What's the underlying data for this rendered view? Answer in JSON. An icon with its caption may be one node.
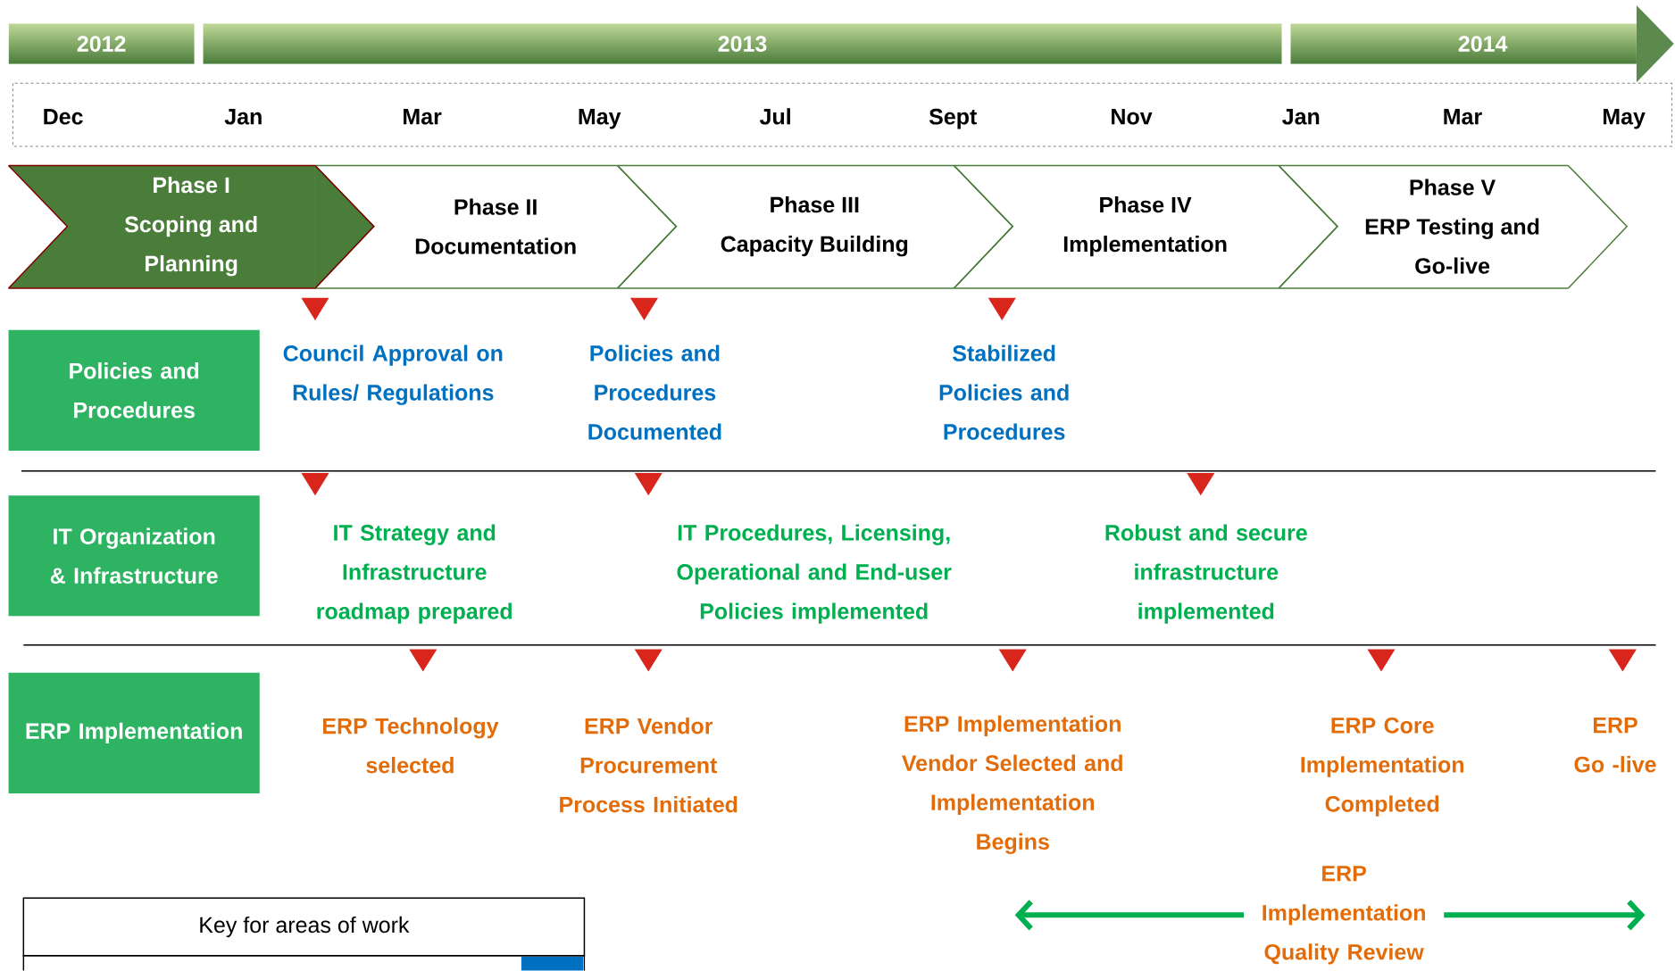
{
  "diagram": {
    "nodes": [
      {
        "text": [
          "2012"
        ]
      },
      {
        "text": [
          "2013"
        ]
      },
      {
        "text": [
          "2014"
        ]
      },
      {
        "text": [
          "Phase I",
          "Scoping and Planning"
        ]
      },
      {
        "text": [
          "Phase II",
          "Documentation"
        ]
      },
      {
        "text": [
          "Phase III",
          "Capacity Building"
        ]
      },
      {
        "text": [
          "Phase IV",
          "Implementation"
        ]
      },
      {
        "text": [
          "Phase V",
          "ERP Testing and Go-live"
        ]
      },
      {
        "text": [
          "Policies and Procedures"
        ]
      },
      {
        "text": [
          "IT Organization & Infrastructure"
        ]
      },
      {
        "text": [
          "ERP Implementation"
        ]
      },
      {
        "text": [
          "ERP Implementation Quality Review"
        ]
      },
      {
        "text": [
          "Key for areas of work"
        ]
      }
    ],
    "edges": [
      {
        "from": 11,
        "to": null,
        "arrow": "to"
      },
      {
        "from": 11,
        "to": null,
        "arrow": "to"
      }
    ],
    "labels": [
      "Dec",
      "Jan",
      "Mar",
      "May",
      "Jul",
      "Sept",
      "Nov",
      "Jan",
      "Mar",
      "May",
      "Council Approval on Rules/ Regulations",
      "Policies and Procedures Documented",
      "Stabilized Policies and Procedures",
      "IT Strategy and Infrastructure roadmap prepared",
      "IT Procedures, Licensing, Operational and End-user Policies implemented",
      "Robust and secure infrastructure implemented",
      "ERP Technology selected",
      "ERP Vendor Procurement Process Initiated",
      "ERP Implementation Vendor Selected and Implementation Begins",
      "ERP Core Implementation Completed",
      "ERP Go -live"
    ]
  }
}
